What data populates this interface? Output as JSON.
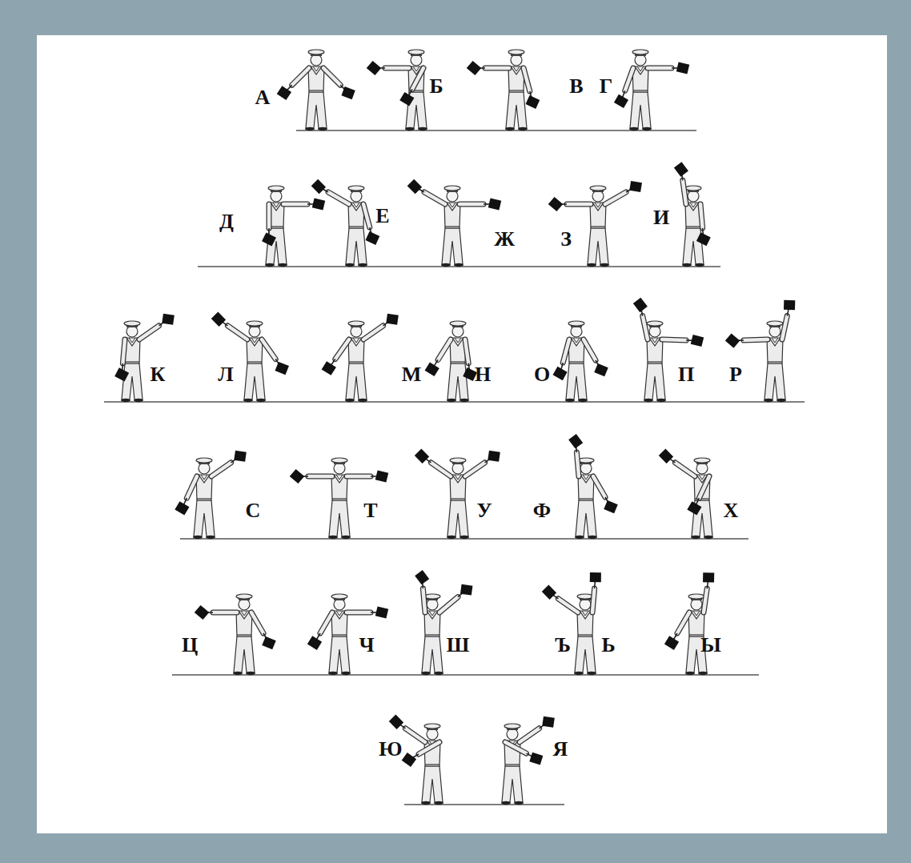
{
  "diagram": {
    "labels": [
      "А",
      "Б",
      "В",
      "Г",
      "Д",
      "Е",
      "Ж",
      "З",
      "И",
      "К",
      "Л",
      "М",
      "Н",
      "О",
      "П",
      "Р",
      "С",
      "Т",
      "У",
      "Ф",
      "Х",
      "Ц",
      "Ч",
      "Ш",
      "Ъ",
      "Ь",
      "Ы",
      "Ю",
      "Я"
    ]
  }
}
